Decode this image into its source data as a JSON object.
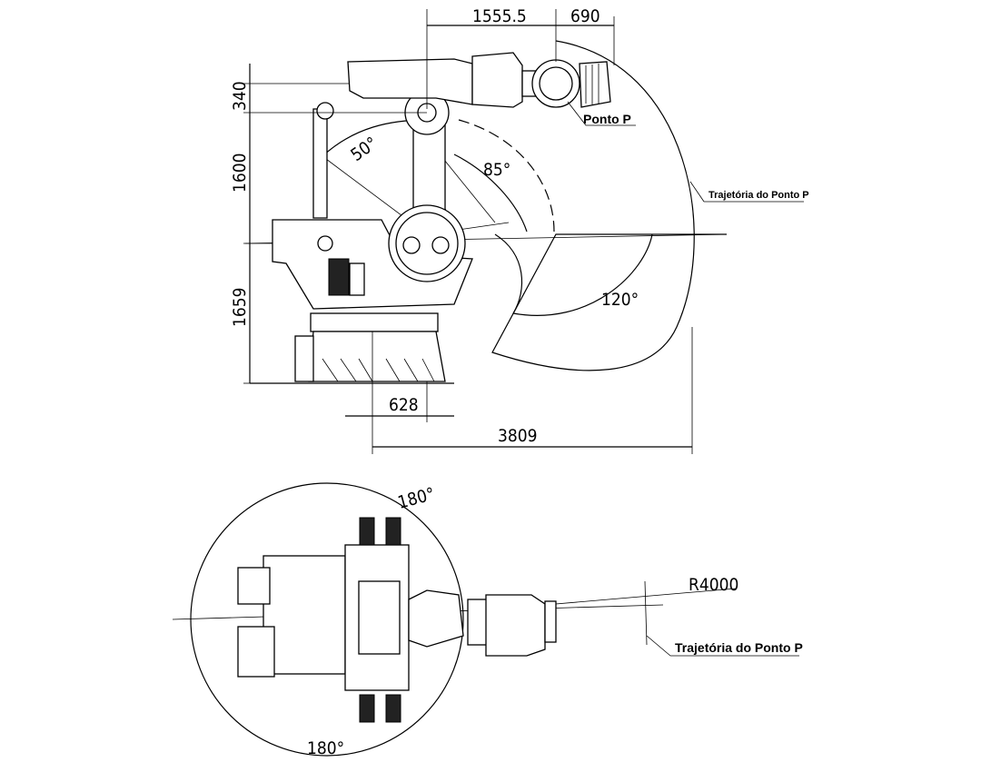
{
  "side_view": {
    "dimensions": {
      "top_reach": "1555.5",
      "wrist_offset": "690",
      "height_340": "340",
      "height_1600": "1600",
      "height_1659": "1659",
      "base_offset": "628",
      "horizontal_reach": "3809"
    },
    "angles": {
      "a50": "50°",
      "a85": "85°",
      "a120": "120°"
    },
    "labels": {
      "point_p": "Ponto P",
      "trajectory": "Trajetória do Ponto P"
    }
  },
  "top_view": {
    "angles": {
      "top": "180°",
      "bottom": "180°"
    },
    "radius": "R4000",
    "trajectory": "Trajetória do Ponto P"
  }
}
